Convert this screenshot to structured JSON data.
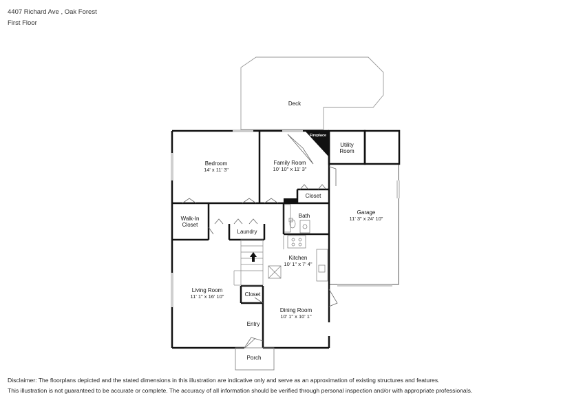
{
  "header": {
    "address": "4407 Richard Ave , Oak Forest",
    "floor": "First Floor"
  },
  "rooms": {
    "deck": "Deck",
    "fireplace": "Fireplace",
    "utility_line1": "Utility",
    "utility_line2": "Room",
    "bedroom": "Bedroom",
    "bedroom_dim": "14' x 11' 3\"",
    "family_room": "Family Room",
    "family_room_dim": "10' 10\" x 11' 3\"",
    "closet_family": "Closet",
    "walkin_line1": "Walk-In",
    "walkin_line2": "Closet",
    "bath": "Bath",
    "garage": "Garage",
    "garage_dim": "11' 3\" x 24' 10\"",
    "laundry": "Laundry",
    "kitchen": "Kitchen",
    "kitchen_dim": "10' 1\" x 7' 4\"",
    "living_room": "Living Room",
    "living_room_dim": "11' 1\" x 16' 10\"",
    "closet_living": "Closet",
    "dining_room": "Dining Room",
    "dining_room_dim": "10' 1\" x 10' 1\"",
    "entry": "Entry",
    "porch": "Porch"
  },
  "disclaimer": {
    "line1": "Disclaimer: The floorplans depicted and the stated dimensions in this illustration are indicative only and serve as an approximation of existing structures and features.",
    "line2": "This illustration is not guaranteed to be accurate or complete. The accuracy of all information should be verified through personal inspection and/or with appropriate professionals."
  }
}
